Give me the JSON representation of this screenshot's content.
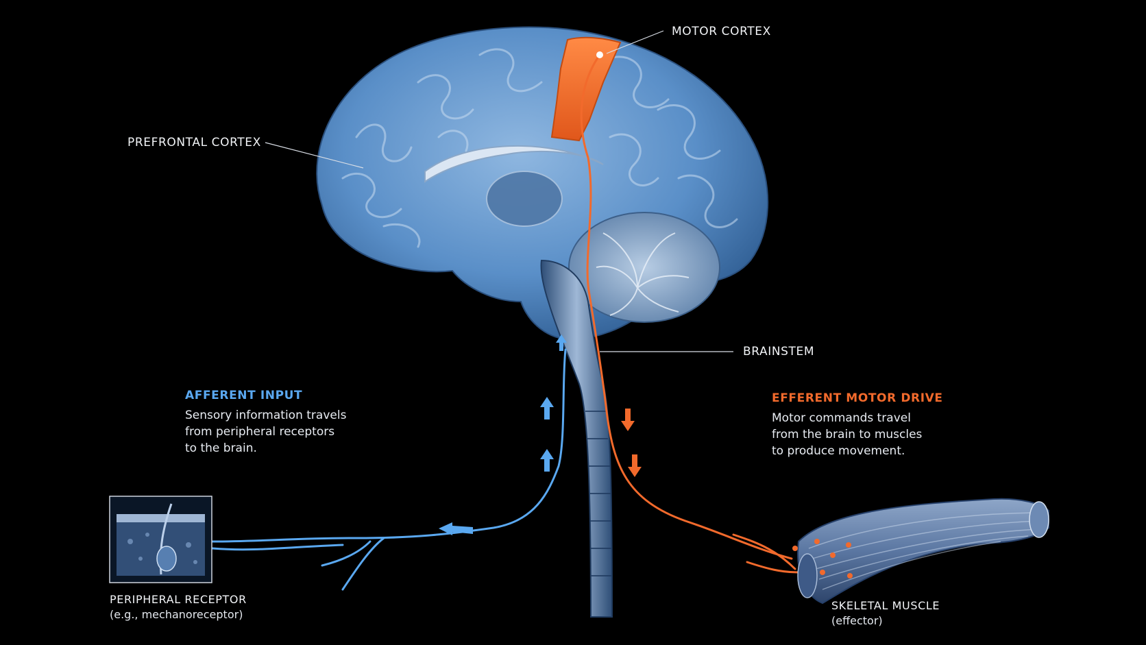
{
  "colors": {
    "background": "#000000",
    "brain": "#5a8fc8",
    "motor_cortex": "#f06a2a",
    "afferent": "#5aa8f0",
    "efferent": "#f26a2c"
  },
  "labels": {
    "motor_cortex": "MOTOR CORTEX",
    "prefrontal_cortex": "PREFRONTAL CORTEX",
    "brainstem": "BRAINSTEM",
    "peripheral_receptor": "PERIPHERAL RECEPTOR",
    "peripheral_receptor_sub": "(e.g., mechanoreceptor)",
    "skeletal_muscle": "SKELETAL MUSCLE",
    "skeletal_muscle_sub": "(effector)"
  },
  "afferent": {
    "heading": "AFFERENT INPUT",
    "lines": [
      "Sensory information travels",
      "from peripheral receptors",
      "to the brain."
    ]
  },
  "efferent": {
    "heading": "EFFERENT MOTOR DRIVE",
    "lines": [
      "Motor commands travel",
      "from the brain to muscles",
      "to produce movement."
    ]
  }
}
